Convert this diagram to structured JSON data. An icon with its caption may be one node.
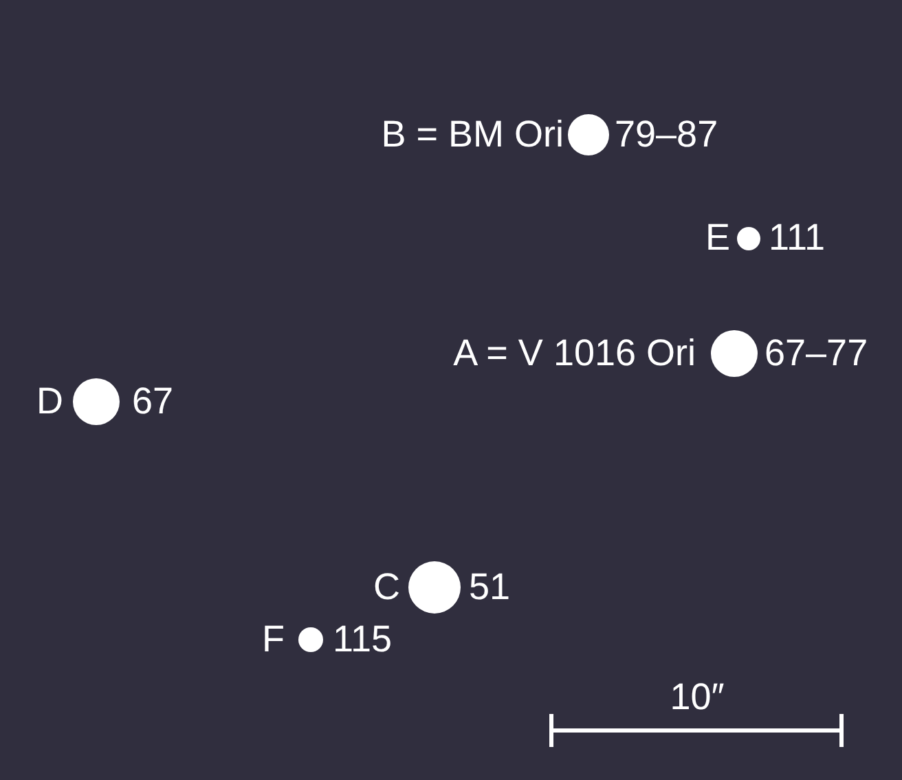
{
  "diagram": {
    "nodes": [
      {
        "text": [],
        "shape": "circle",
        "beside": [
          "B = BM Ori",
          "79–87"
        ]
      },
      {
        "text": [],
        "shape": "circle",
        "beside": [
          "E",
          "111"
        ]
      },
      {
        "text": [],
        "shape": "circle",
        "beside": [
          "A = V 1016 Ori",
          "67–77"
        ]
      },
      {
        "text": [],
        "shape": "circle",
        "beside": [
          "D",
          "67"
        ]
      },
      {
        "text": [],
        "shape": "circle",
        "beside": [
          "C",
          "51"
        ]
      },
      {
        "text": [],
        "shape": "circle",
        "beside": [
          "F",
          "115"
        ]
      }
    ],
    "labels": [
      "10″"
    ]
  }
}
